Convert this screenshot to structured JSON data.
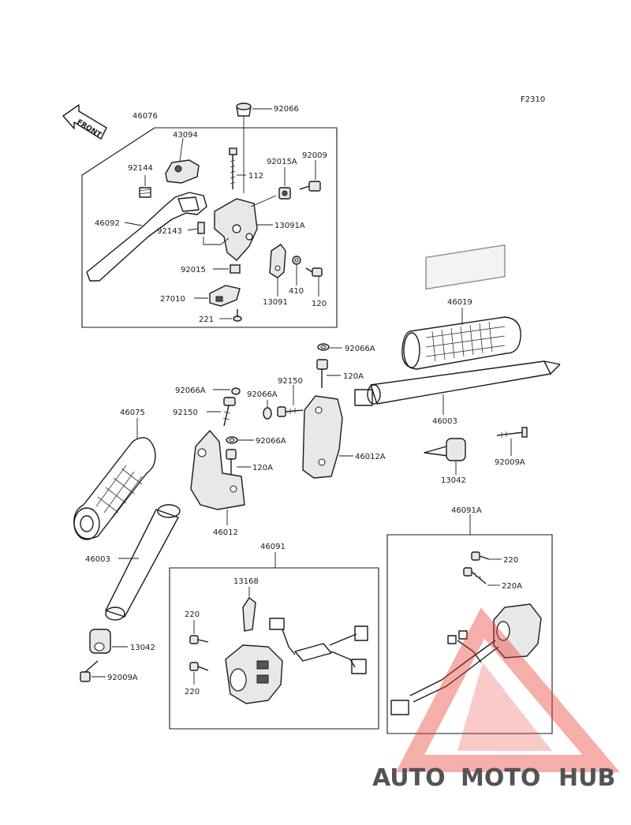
{
  "figure_code": "F2310",
  "front_label": "FRONT",
  "labels": {
    "l46076": "46076",
    "l43094": "43094",
    "l92066": "92066",
    "l92144": "92144",
    "l112": "112",
    "l92015A": "92015A",
    "l92009": "92009",
    "l46092": "46092",
    "l13091A": "13091A",
    "l92143": "92143",
    "l92015": "92015",
    "l27010": "27010",
    "l410": "410",
    "l13091": "13091",
    "l120a": "120",
    "l221": "221",
    "l46019": "46019",
    "l92066A_a": "92066A",
    "l120A_a": "120A",
    "l92150_a": "92150",
    "l92066A_b": "92066A",
    "l92066A_c": "92066A",
    "l46003_a": "46003",
    "l46075": "46075",
    "l92150_b": "92150",
    "l92066A_d": "92066A",
    "l46012A": "46012A",
    "l120A_b": "120A",
    "l13042_a": "13042",
    "l92009A_a": "92009A",
    "l46012": "46012",
    "l46091A": "46091A",
    "l46091": "46091",
    "l46003_b": "46003",
    "l220_a": "220",
    "l220A": "220A",
    "l13168": "13168",
    "l220_b": "220",
    "l220_c": "220",
    "l13042_b": "13042",
    "l92009A_b": "92009A"
  },
  "watermark": {
    "part1": "AUTO",
    "part2": "MOTO",
    "part3": "HUB",
    "color1": "#f6b97a",
    "color2": "#f08a7a",
    "color3": "#9a9a9a",
    "triangle_color": "#e83a2e"
  }
}
